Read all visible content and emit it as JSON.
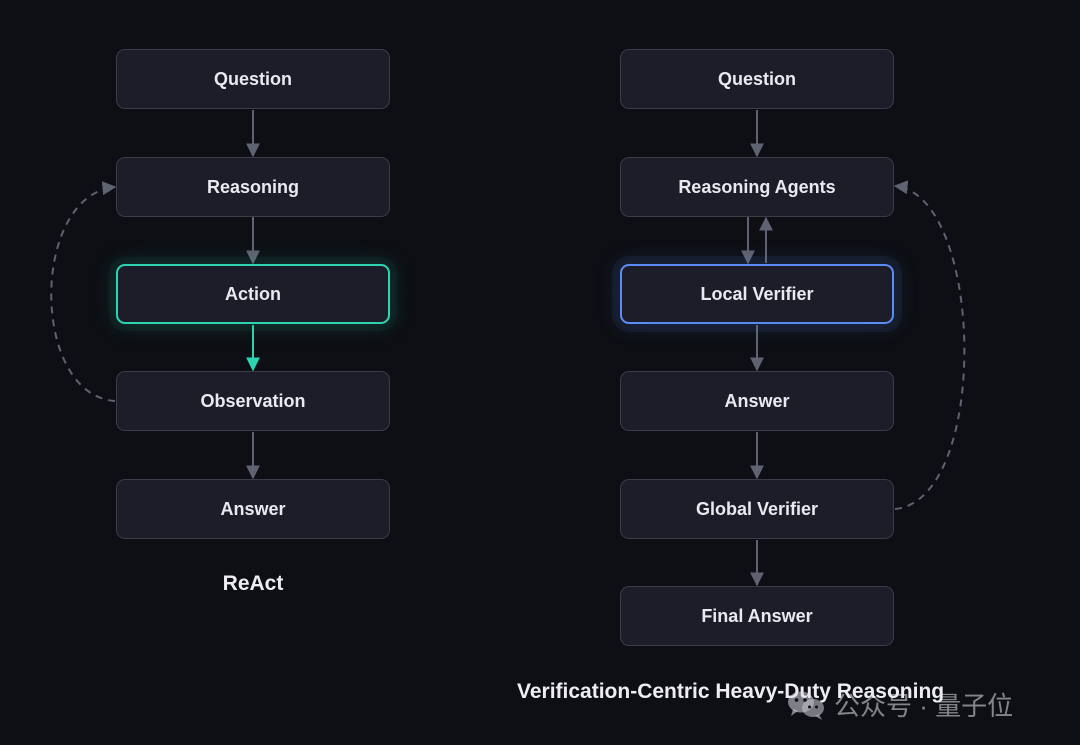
{
  "left_flow": {
    "caption": "ReAct",
    "nodes": {
      "question": "Question",
      "reasoning": "Reasoning",
      "action": "Action",
      "observation": "Observation",
      "answer": "Answer"
    }
  },
  "right_flow": {
    "caption": "Verification-Centric Heavy-Duty Reasoning",
    "nodes": {
      "question": "Question",
      "reasoning_agents": "Reasoning Agents",
      "local_verifier": "Local Verifier",
      "answer": "Answer",
      "global_verifier": "Global Verifier",
      "final_answer": "Final Answer"
    }
  },
  "watermark": {
    "text": "公众号 · 量子位",
    "icon": "wechat-icon"
  },
  "colors": {
    "background": "#0d0f14",
    "node_fill": "#1c1d28",
    "node_border": "#3a3c4a",
    "connector": "#5f6270",
    "teal_highlight": "#2ed3b0",
    "blue_highlight": "#5b8cf5"
  }
}
